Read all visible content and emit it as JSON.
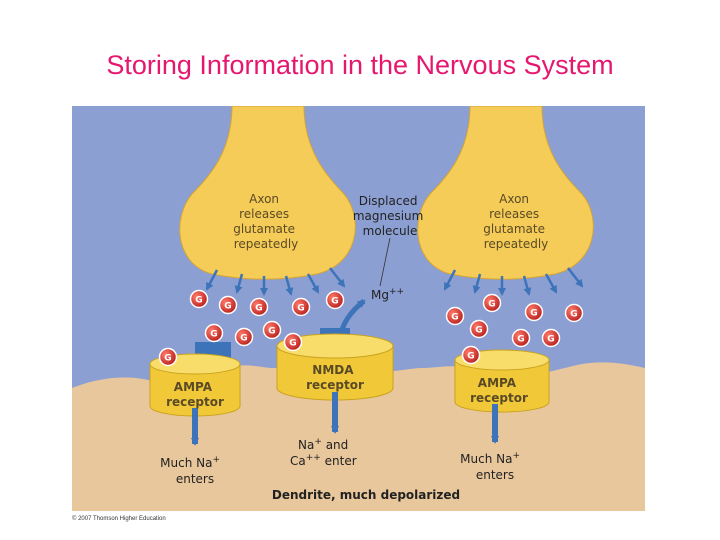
{
  "slide": {
    "title": "Storing Information in the Nervous System",
    "copyright": "© 2007 Thomson Higher Education"
  },
  "colors": {
    "title": "#e6176f",
    "background": "#8c9fd2",
    "terminal": "#f6cc58",
    "dendrite": "#e9c79c",
    "receptor": "#f1c938",
    "arrow": "#3d73b8",
    "glutamate": "#d8322f"
  },
  "figure": {
    "axon_left": [
      "Axon",
      "releases",
      "glutamate",
      "repeatedly"
    ],
    "axon_right": [
      "Axon",
      "releases",
      "glutamate",
      "repeatedly"
    ],
    "displaced": [
      "Displaced",
      "magnesium",
      "molecule"
    ],
    "mg": "Mg",
    "mg_charge": "++",
    "glutamate_symbol": "G",
    "ampa_left": [
      "AMPA",
      "receptor"
    ],
    "nmda": [
      "NMDA",
      "receptor"
    ],
    "ampa_right": [
      "AMPA",
      "receptor"
    ],
    "ion_left_1": "Much Na",
    "ion_left_sup": "+",
    "ion_left_2": "enters",
    "ion_mid_na": "Na",
    "ion_mid_na_sup": "+",
    "ion_mid_and": " and",
    "ion_mid_ca": "Ca",
    "ion_mid_ca_sup": "++",
    "ion_mid_enter": " enter",
    "ion_right_1": "Much Na",
    "ion_right_sup": "+",
    "ion_right_2": "enters",
    "dendrite_caption": "Dendrite, much depolarized"
  }
}
